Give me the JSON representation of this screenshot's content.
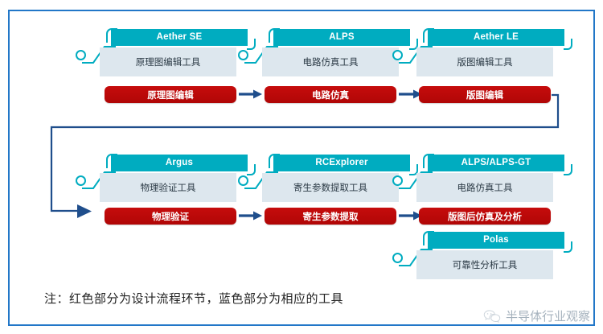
{
  "diagram": {
    "title_note": "注：红色部分为设计流程环节，蓝色部分为相应的工具",
    "colors": {
      "frame_blue": "#2277c8",
      "tool_header_teal": "#00acc0",
      "tool_body_grey": "#dde7ee",
      "step_red": "#c60c0c",
      "arrow_blue": "#1f4e8c"
    },
    "rows": [
      {
        "tools": [
          {
            "name": "Aether SE",
            "desc": "原理图编辑工具"
          },
          {
            "name": "ALPS",
            "desc": "电路仿真工具"
          },
          {
            "name": "Aether LE",
            "desc": "版图编辑工具"
          }
        ],
        "steps": [
          {
            "label": "原理图编辑"
          },
          {
            "label": "电路仿真"
          },
          {
            "label": "版图编辑"
          }
        ]
      },
      {
        "tools": [
          {
            "name": "Argus",
            "desc": "物理验证工具"
          },
          {
            "name": "RCExplorer",
            "desc": "寄生参数提取工具"
          },
          {
            "name": "ALPS/ALPS-GT",
            "desc": "电路仿真工具"
          }
        ],
        "steps": [
          {
            "label": "物理验证"
          },
          {
            "label": "寄生参数提取"
          },
          {
            "label": "版图后仿真及分析"
          }
        ]
      }
    ],
    "extra_tool": {
      "name": "Polas",
      "desc": "可靠性分析工具"
    },
    "icons": {
      "wechat": "wechat-icon"
    }
  },
  "watermark": {
    "text": "半导体行业观察"
  }
}
